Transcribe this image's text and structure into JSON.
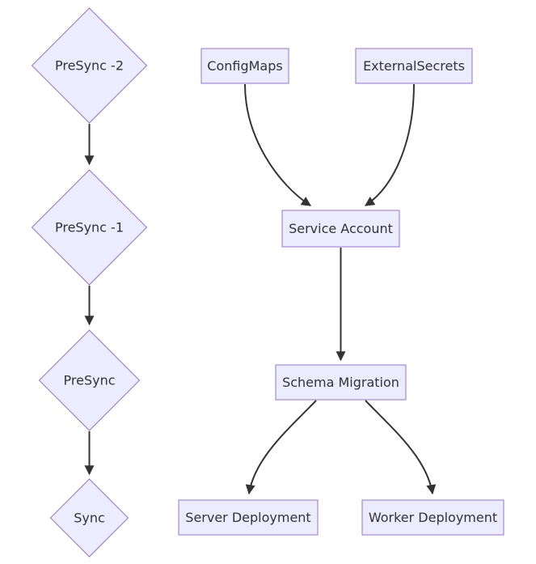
{
  "diagram": {
    "type": "flowchart",
    "direction": "top-down",
    "colors": {
      "background": "#ffffff",
      "node_fill": "#ECECFF",
      "node_border": "#9370DB",
      "edge": "#333333",
      "text": "#333333"
    },
    "nodes": {
      "presync2": {
        "label": "PreSync -2",
        "shape": "diamond"
      },
      "presync1": {
        "label": "PreSync -1",
        "shape": "diamond"
      },
      "presync": {
        "label": "PreSync",
        "shape": "diamond"
      },
      "sync": {
        "label": "Sync",
        "shape": "diamond"
      },
      "configmaps": {
        "label": "ConfigMaps",
        "shape": "rect"
      },
      "externalsecrets": {
        "label": "ExternalSecrets",
        "shape": "rect"
      },
      "serviceaccount": {
        "label": "Service Account",
        "shape": "rect"
      },
      "schemamigration": {
        "label": "Schema Migration",
        "shape": "rect"
      },
      "serverdeployment": {
        "label": "Server Deployment",
        "shape": "rect"
      },
      "workerdeployment": {
        "label": "Worker Deployment",
        "shape": "rect"
      }
    },
    "edges": [
      {
        "from": "presync2",
        "to": "presync1"
      },
      {
        "from": "presync1",
        "to": "presync"
      },
      {
        "from": "presync",
        "to": "sync"
      },
      {
        "from": "configmaps",
        "to": "serviceaccount"
      },
      {
        "from": "externalsecrets",
        "to": "serviceaccount"
      },
      {
        "from": "serviceaccount",
        "to": "schemamigration"
      },
      {
        "from": "schemamigration",
        "to": "serverdeployment"
      },
      {
        "from": "schemamigration",
        "to": "workerdeployment"
      }
    ]
  }
}
